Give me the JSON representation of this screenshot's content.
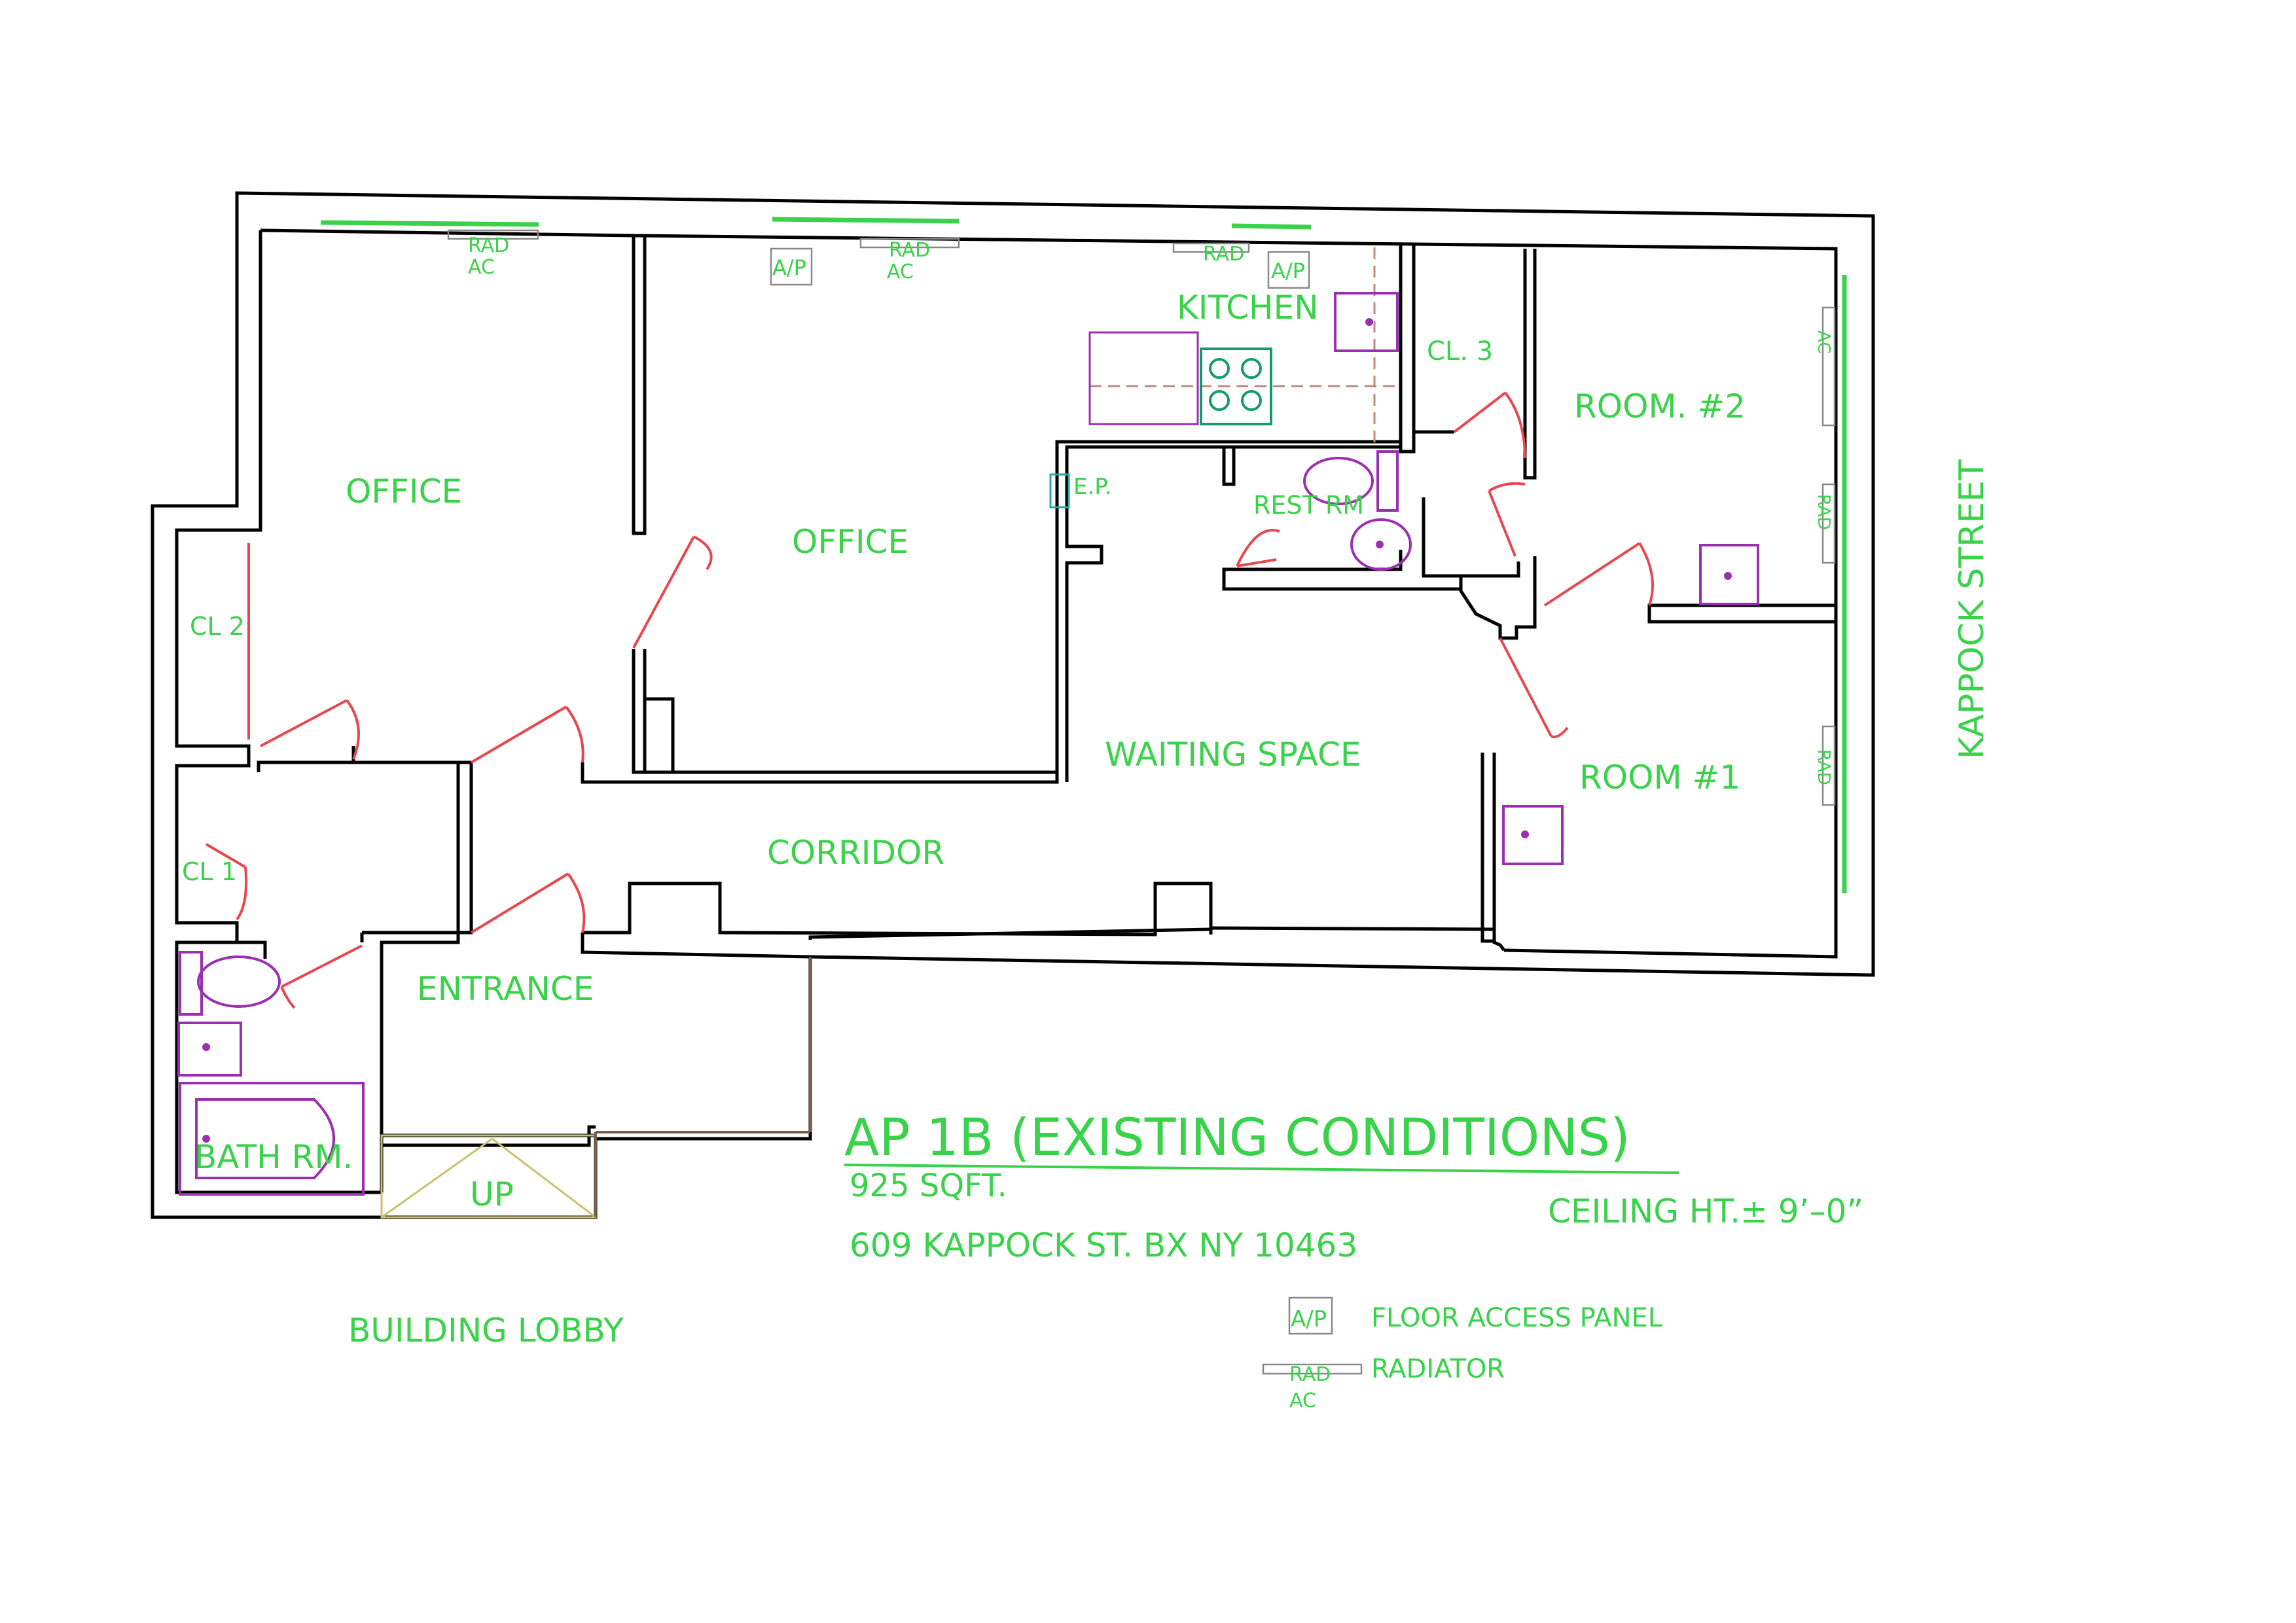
{
  "title": "AP 1B (EXISTING CONDITIONS)",
  "area": "925 SQFT.",
  "address": "609 KAPPOCK ST. BX NY 10463",
  "ceiling": "CEILING HT.± 9’–0”",
  "street": "KAPPOCK STREET",
  "lobby": "BUILDING LOBBY",
  "rooms": {
    "office_left": "OFFICE",
    "office_mid": "OFFICE",
    "kitchen": "KITCHEN",
    "cl3": "CL. 3",
    "room2": "ROOM. #2",
    "ep": "E.P.",
    "rest_rm": "REST RM",
    "cl2": "CL 2",
    "waiting": "WAITING SPACE",
    "room1": "ROOM #1",
    "corridor": "CORRIDOR",
    "cl1": "CL 1",
    "entrance": "ENTRANCE",
    "bath": "BATH RM.",
    "up": "UP"
  },
  "tags": {
    "rad": "RAD",
    "ac": "AC",
    "ap": "A/P"
  },
  "legend": {
    "ap_symbol": "A/P",
    "ap_text": "FLOOR ACCESS PANEL",
    "rad_symbol": "RAD",
    "ac_symbol": "AC",
    "rad_text": "RADIATOR"
  },
  "colors": {
    "walls": "#000000",
    "labels": "#39d24a",
    "doors": "#e8474f",
    "fixtures": "#9a2fb0",
    "stove": "#159a6f"
  }
}
